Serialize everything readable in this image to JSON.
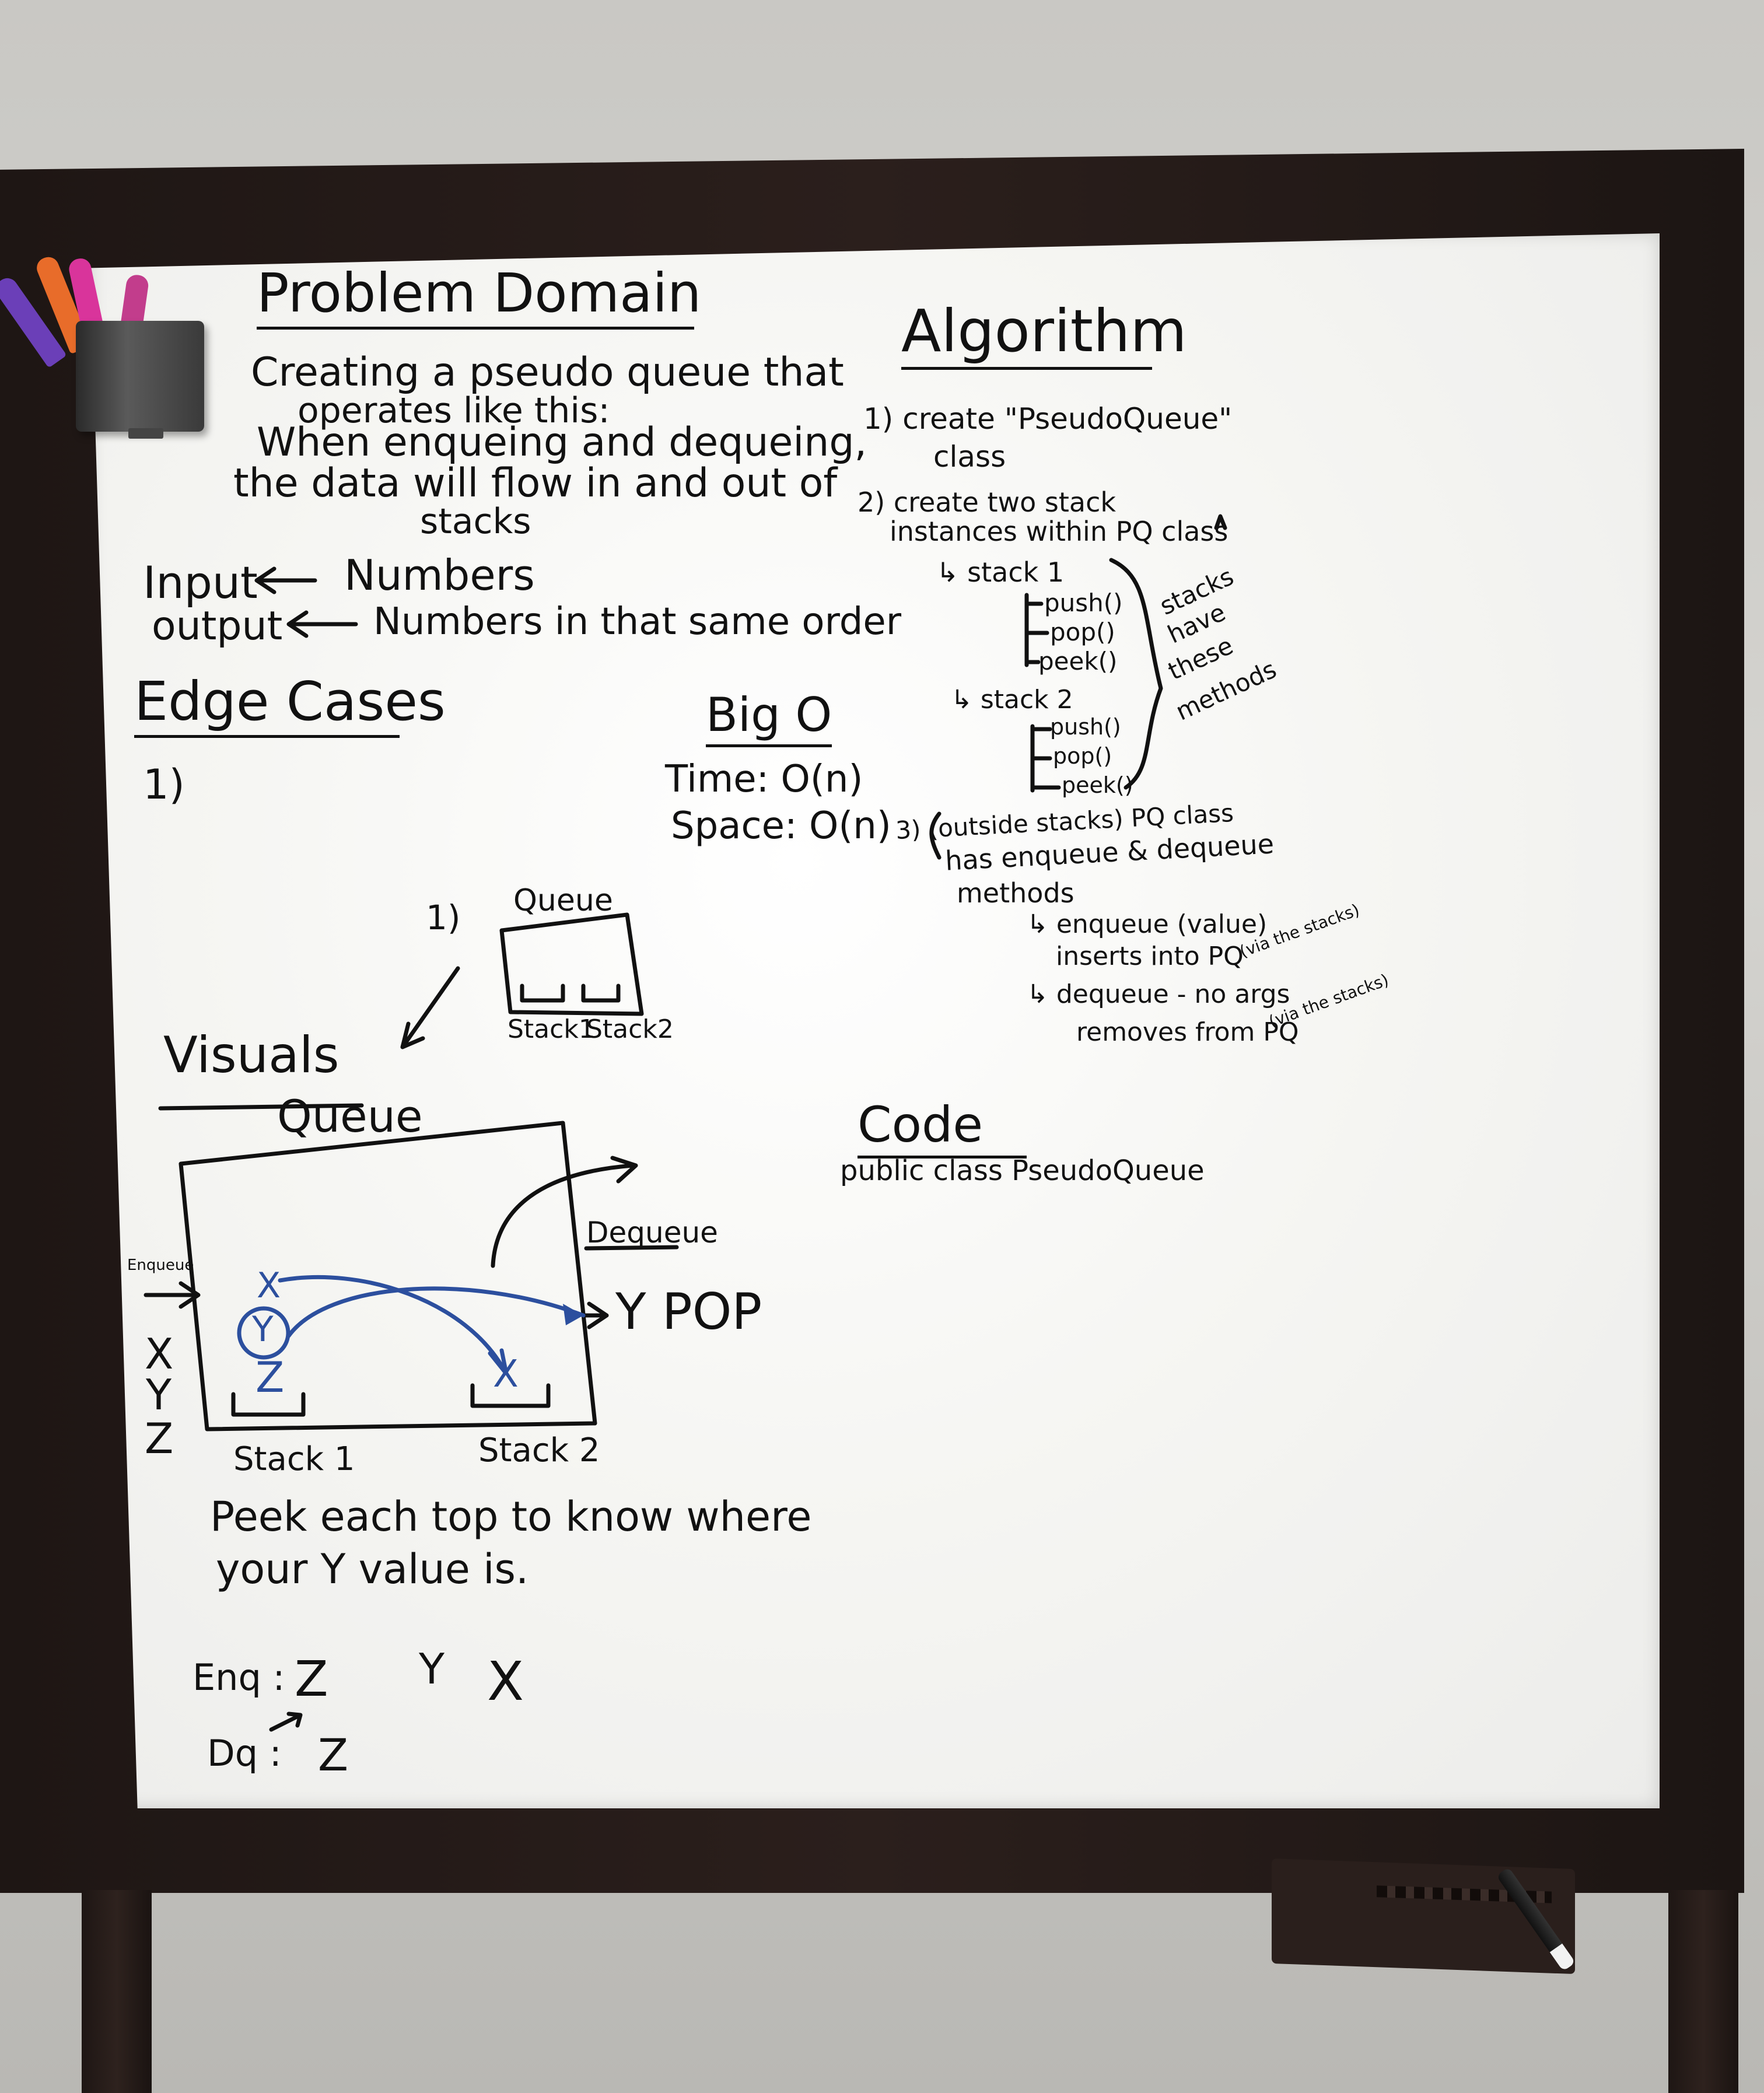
{
  "problem_domain": {
    "title": "Problem Domain",
    "body": [
      "Creating a pseudo queue that",
      "operates like this:",
      "When enqueing and dequeing,",
      "the data will flow in and out of",
      "stacks"
    ],
    "input_label": "Input",
    "input_value": "Numbers",
    "output_label": "output",
    "output_value": "Numbers in that same order"
  },
  "edge_cases": {
    "title": "Edge Cases",
    "items": [
      "1)"
    ]
  },
  "big_o": {
    "title": "Big O",
    "time": "Time: O(n)",
    "space": "Space: O(n)"
  },
  "small_sketch": {
    "number": "1)",
    "title": "Queue",
    "stack1": "Stack1",
    "stack2": "Stack2"
  },
  "visuals": {
    "title": "Visuals",
    "queue_label": "Queue",
    "enqueue_label": "Enqueue",
    "dequeue_label": "Dequeue",
    "input_letters": [
      "X",
      "Y",
      "Z"
    ],
    "stack1_items": [
      "X",
      "Y",
      "Z"
    ],
    "stack2_items": [
      "X"
    ],
    "pop_label": "Y POP",
    "stack1_label": "Stack 1",
    "stack2_label": "Stack 2",
    "note_line1": "Peek each top to know where",
    "note_line2": "your Y value is.",
    "enq_row_label": "Enq :",
    "enq_row_values": [
      "Z",
      "Y",
      "X"
    ],
    "deq_row_label": "Dq :",
    "deq_row_values": [
      "Z"
    ]
  },
  "algorithm": {
    "title": "Algorithm",
    "step1": [
      "1) create \"PseudoQueue\"",
      "class"
    ],
    "step2": [
      "2) create two stack",
      "instances within PQ class"
    ],
    "stack1_label": "↳ stack 1",
    "stack1_methods": [
      "push()",
      "pop()",
      "peek()"
    ],
    "stack2_label": "↳ stack 2",
    "stack2_methods": [
      "push()",
      "pop()",
      "peek()"
    ],
    "brace_note": [
      "stacks",
      "have",
      "these",
      "methods"
    ],
    "step3": [
      "3) (outside stacks) PQ class",
      "has enqueue & dequeue",
      "methods"
    ],
    "enqueue_line1": "↳ enqueue (value)",
    "enqueue_line2": "inserts into PQ",
    "enqueue_note": "(via the stacks)",
    "dequeue_line1": "↳ dequeue - no args",
    "dequeue_line2": "removes from PQ",
    "dequeue_note": "(via the stacks)"
  },
  "code": {
    "title": "Code",
    "line1": "public class PseudoQueue"
  },
  "colors": {
    "ink": "#111111",
    "blue_ink": "#2c4f9e",
    "board": "#f6f6f3",
    "frame": "#2b1f1c",
    "wall": "#c9c8c4"
  }
}
